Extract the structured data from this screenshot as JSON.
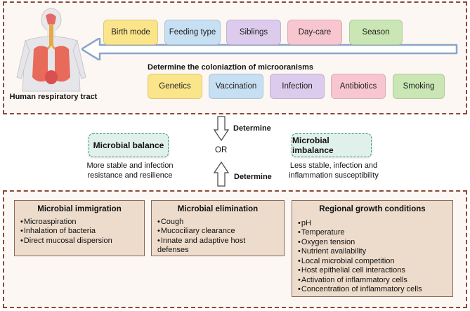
{
  "top": {
    "human_label": "Human respiratory tract",
    "determine_colonization": "Determine the coloniaztion of microoranisms",
    "factors_row1": [
      {
        "label": "Birth mode",
        "color": "#fbe58a"
      },
      {
        "label": "Feeding type",
        "color": "#c7dff2"
      },
      {
        "label": "Siblings",
        "color": "#dccbec"
      },
      {
        "label": "Day-care",
        "color": "#f7c6cf"
      },
      {
        "label": "Season",
        "color": "#c9e6b4"
      }
    ],
    "factors_row2": [
      {
        "label": "Genetics",
        "color": "#fbe58a"
      },
      {
        "label": "Vaccination",
        "color": "#c7dff2"
      },
      {
        "label": "Infection",
        "color": "#dccbec"
      },
      {
        "label": "Antibiotics",
        "color": "#f7c6cf"
      },
      {
        "label": "Smoking",
        "color": "#c9e6b4"
      }
    ]
  },
  "middle": {
    "determine_top": "Determine",
    "determine_bottom": "Determine",
    "or_label": "OR",
    "balance": {
      "title": "Microbial balance",
      "desc_line1": "More stable and infection",
      "desc_line2": "resistance and resilience"
    },
    "imbalance": {
      "title": "Microbial imbalance",
      "desc_line1": "Less stable, infection and",
      "desc_line2": "inflammation susceptibility"
    }
  },
  "bottom": {
    "immigration": {
      "title": "Microbial immigration",
      "items": [
        "Microaspiration",
        "Inhalation of bacteria",
        "Direct mucosal dispersion"
      ]
    },
    "elimination": {
      "title": "Microbial elimination",
      "items": [
        "Cough",
        "Mucociliary clearance",
        "Innate and adaptive host",
        "defenses"
      ]
    },
    "growth": {
      "title": "Regional growth conditions",
      "items": [
        "pH",
        "Temperature",
        "Oxygen tension",
        "Nutrient availability",
        "Local microbial competition",
        "Host epithelial cell interactions",
        "Activation of inflammatory cells",
        "Concentration of inflammatory cells"
      ]
    }
  }
}
